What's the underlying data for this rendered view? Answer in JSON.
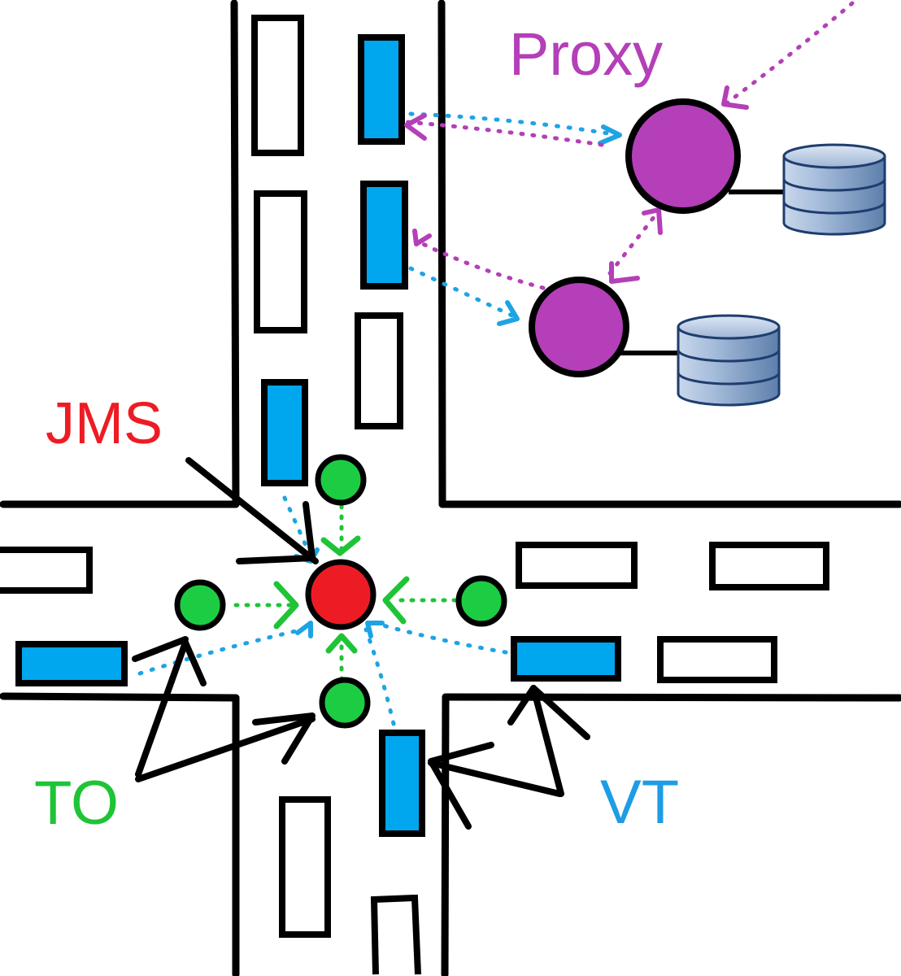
{
  "labels": {
    "jms": "JMS",
    "proxy": "Proxy",
    "to": "TO",
    "vt": "VT"
  },
  "colors": {
    "road": "#000000",
    "vehicle_connected": "#00a6ee",
    "vehicle_plain": "#ffffff",
    "jms_node": "#ed1c24",
    "to_node": "#1ccd44",
    "proxy_node": "#b43fb8",
    "database": "#6f8fb8",
    "link_blue": "#1ea4e4",
    "link_green": "#1fc436",
    "link_purple": "#b43fb8",
    "label_jms": "#ed1c24",
    "label_proxy": "#b43fb8",
    "label_to": "#1fc436",
    "label_vt": "#1e9ce6"
  },
  "icons": {
    "database": "database-icon",
    "vehicle": "vehicle-icon",
    "traffic_light": "traffic-light-icon"
  }
}
